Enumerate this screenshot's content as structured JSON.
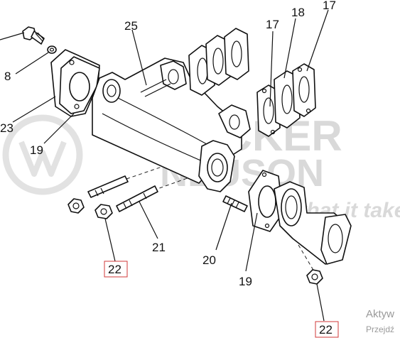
{
  "watermark": {
    "brand_top": "WACKER",
    "brand_bottom": "NEUSON",
    "tagline": "what it takes!"
  },
  "callouts": {
    "c8": "8",
    "c23": "23",
    "c19a": "19",
    "c25": "25",
    "c17a": "17",
    "c18": "18",
    "c17b": "17",
    "c21": "21",
    "c20": "20",
    "c19b": "19",
    "c22a": "22",
    "c22b": "22"
  },
  "overlay": {
    "line1": "Aktyw",
    "line2": "Przejdź"
  },
  "colors": {
    "line": "#111111",
    "watermark": "#d9d9d9",
    "highlight_box": "#d23a3a"
  }
}
